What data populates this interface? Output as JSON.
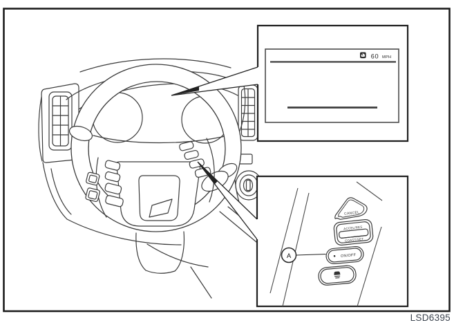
{
  "figure": {
    "code": "LSD6395",
    "description": "Owner's manual line diagram of dashboard and steering wheel with two callout insets"
  },
  "display_inset": {
    "icon": "cruise-set-speed-indicator-icon",
    "set_speed_value": "60",
    "set_speed_unit": "MPH"
  },
  "switch_inset": {
    "callout_label": "A",
    "buttons": {
      "cancel_label": "CANCEL",
      "accel_res_label": "ACCEL/RES",
      "coast_set_label": "COAST/SET",
      "on_off_label": "ON/OFF",
      "distance_icon": "following-distance-icon"
    }
  },
  "colors": {
    "line_art": "#3a3a3a",
    "frame": "#1f1f1f",
    "code_text": "#3b434e"
  }
}
